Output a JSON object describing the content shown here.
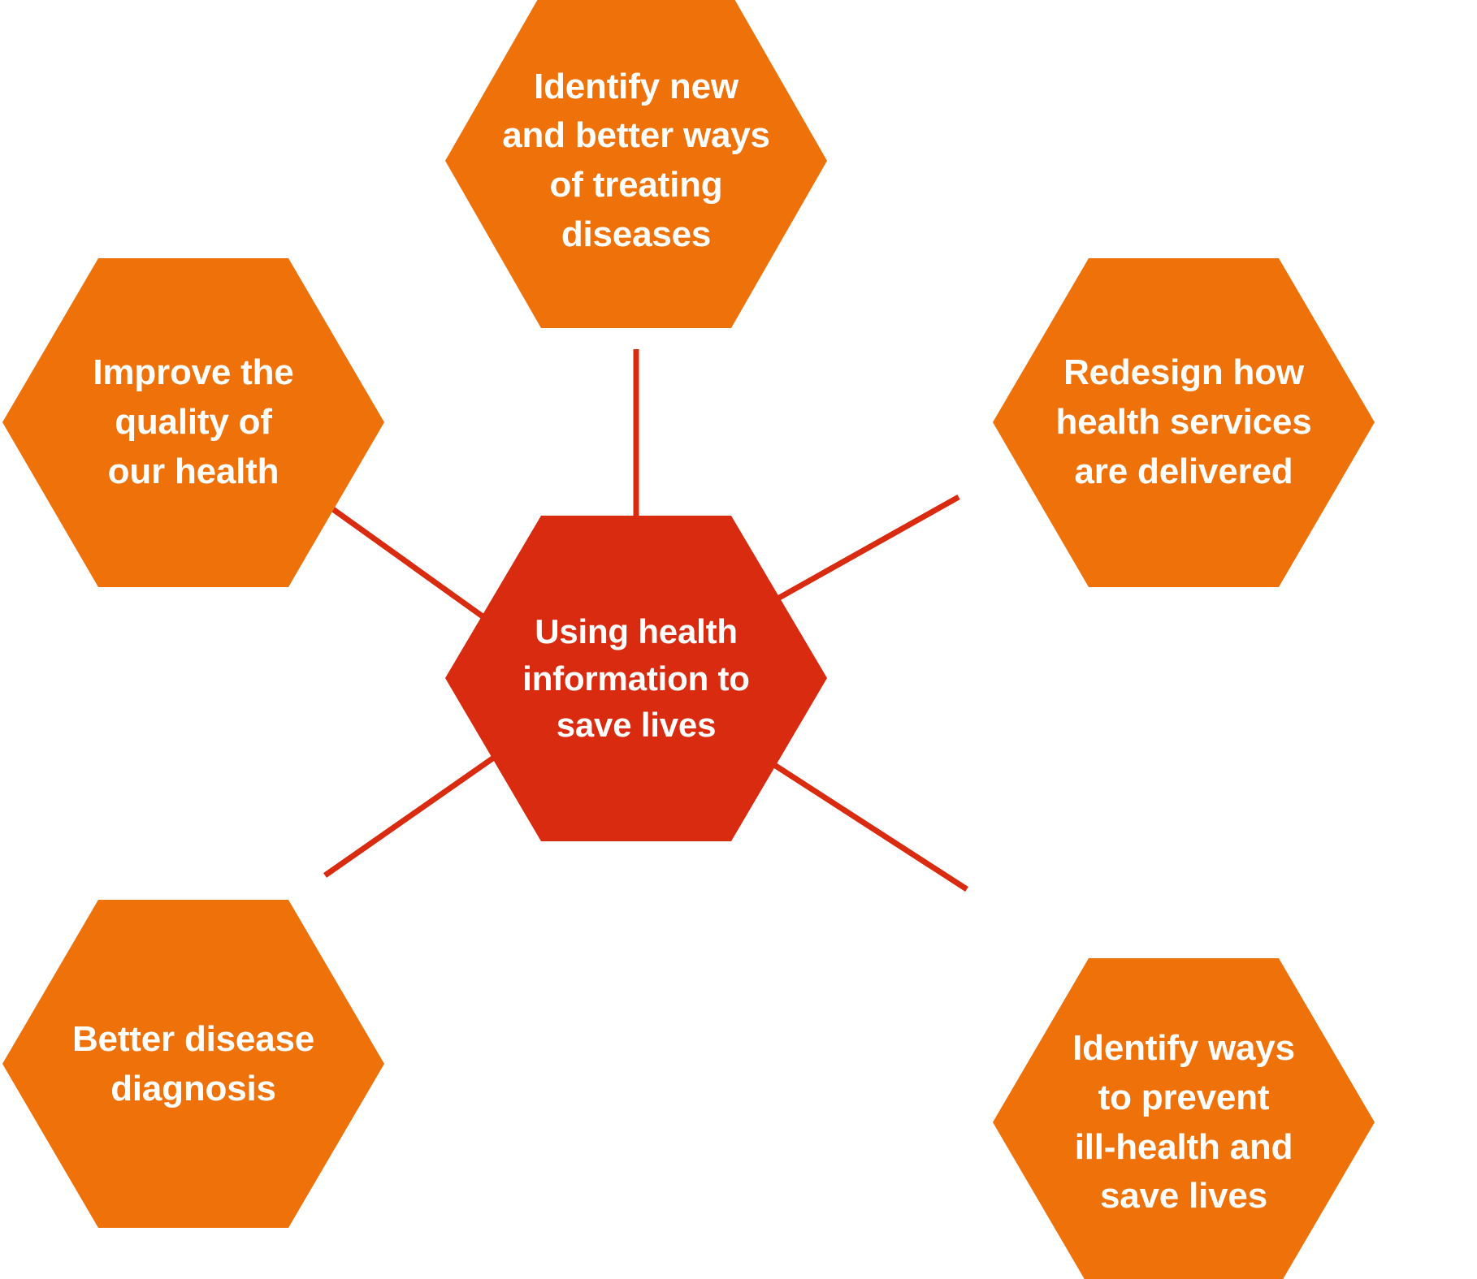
{
  "diagram": {
    "title": "Using health information to save lives",
    "type": "hub-and-spoke hexagon diagram",
    "colors": {
      "hub": "#D82B10",
      "spoke": "#EE7109",
      "connector": "#D82B10",
      "text": "#FFFFFF",
      "background": "#FFFFFF"
    },
    "center": {
      "id": "center-hub",
      "label": "Using health\ninformation to\nsave lives",
      "line1": "Using health",
      "line2": "information to",
      "line3": "save lives",
      "color": "#D82B10"
    },
    "nodes": [
      {
        "id": "node-treating-diseases",
        "position": "top",
        "label": "Identify new\nand better ways\nof treating\ndiseases",
        "color": "#EE7109"
      },
      {
        "id": "node-quality-of-health",
        "position": "left",
        "label": "Improve the\nquality of\nour health",
        "color": "#EE7109"
      },
      {
        "id": "node-redesign-services",
        "position": "right",
        "label": "Redesign how\nhealth services\nare delivered",
        "color": "#EE7109"
      },
      {
        "id": "node-disease-diagnosis",
        "position": "bottom-left",
        "label": "Better disease\ndiagnosis",
        "color": "#EE7109"
      },
      {
        "id": "node-prevent-ill-health",
        "position": "bottom-right",
        "label": "Identify ways\nto prevent\nill-health and\nsave lives",
        "color": "#EE7109"
      }
    ],
    "connectors": [
      {
        "id": "connector-center-to-top",
        "from": "center-hub",
        "to": "node-treating-diseases"
      },
      {
        "id": "connector-center-to-left",
        "from": "center-hub",
        "to": "node-quality-of-health"
      },
      {
        "id": "connector-center-to-right",
        "from": "center-hub",
        "to": "node-redesign-services"
      },
      {
        "id": "connector-center-to-bottom-left",
        "from": "center-hub",
        "to": "node-disease-diagnosis"
      },
      {
        "id": "connector-center-to-bottom-right",
        "from": "center-hub",
        "to": "node-prevent-ill-health"
      }
    ]
  }
}
